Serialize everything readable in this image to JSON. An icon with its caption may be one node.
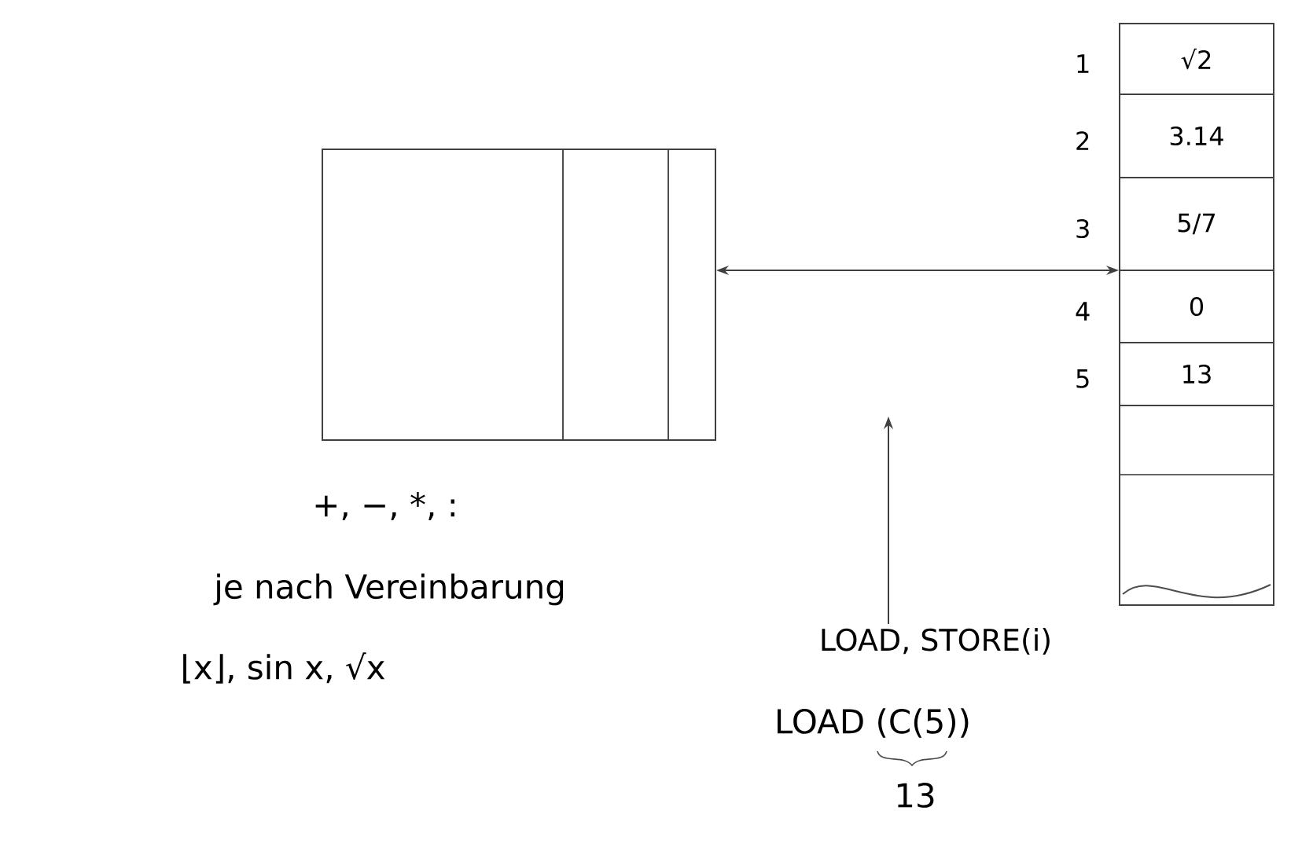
{
  "diagram": {
    "nodes": [
      {
        "text": [],
        "shape": "box"
      },
      {
        "text": [],
        "shape": "box"
      },
      {
        "text": [
          "√2"
        ],
        "beside": [
          "1"
        ],
        "in": 1
      },
      {
        "text": [
          "3.14"
        ],
        "beside": [
          "2"
        ],
        "in": 1
      },
      {
        "text": [
          "5/7"
        ],
        "beside": [
          "3"
        ],
        "in": 1
      },
      {
        "text": [
          "0"
        ],
        "beside": [
          "4"
        ],
        "in": 1
      },
      {
        "text": [
          "13"
        ],
        "beside": [
          "5"
        ],
        "in": 1
      },
      {
        "text": [
          "LOAD, STORE(i)"
        ]
      }
    ],
    "edges": [
      {
        "from": 0,
        "to": 1,
        "arrow": "both"
      },
      {
        "from": 7,
        "to": null,
        "arrow": "to"
      }
    ],
    "labels": [
      "+, −, *, :",
      "je nach Vereinbarung",
      "⌊x⌋, sin x, √x",
      "LOAD (C(5))",
      "13"
    ]
  }
}
